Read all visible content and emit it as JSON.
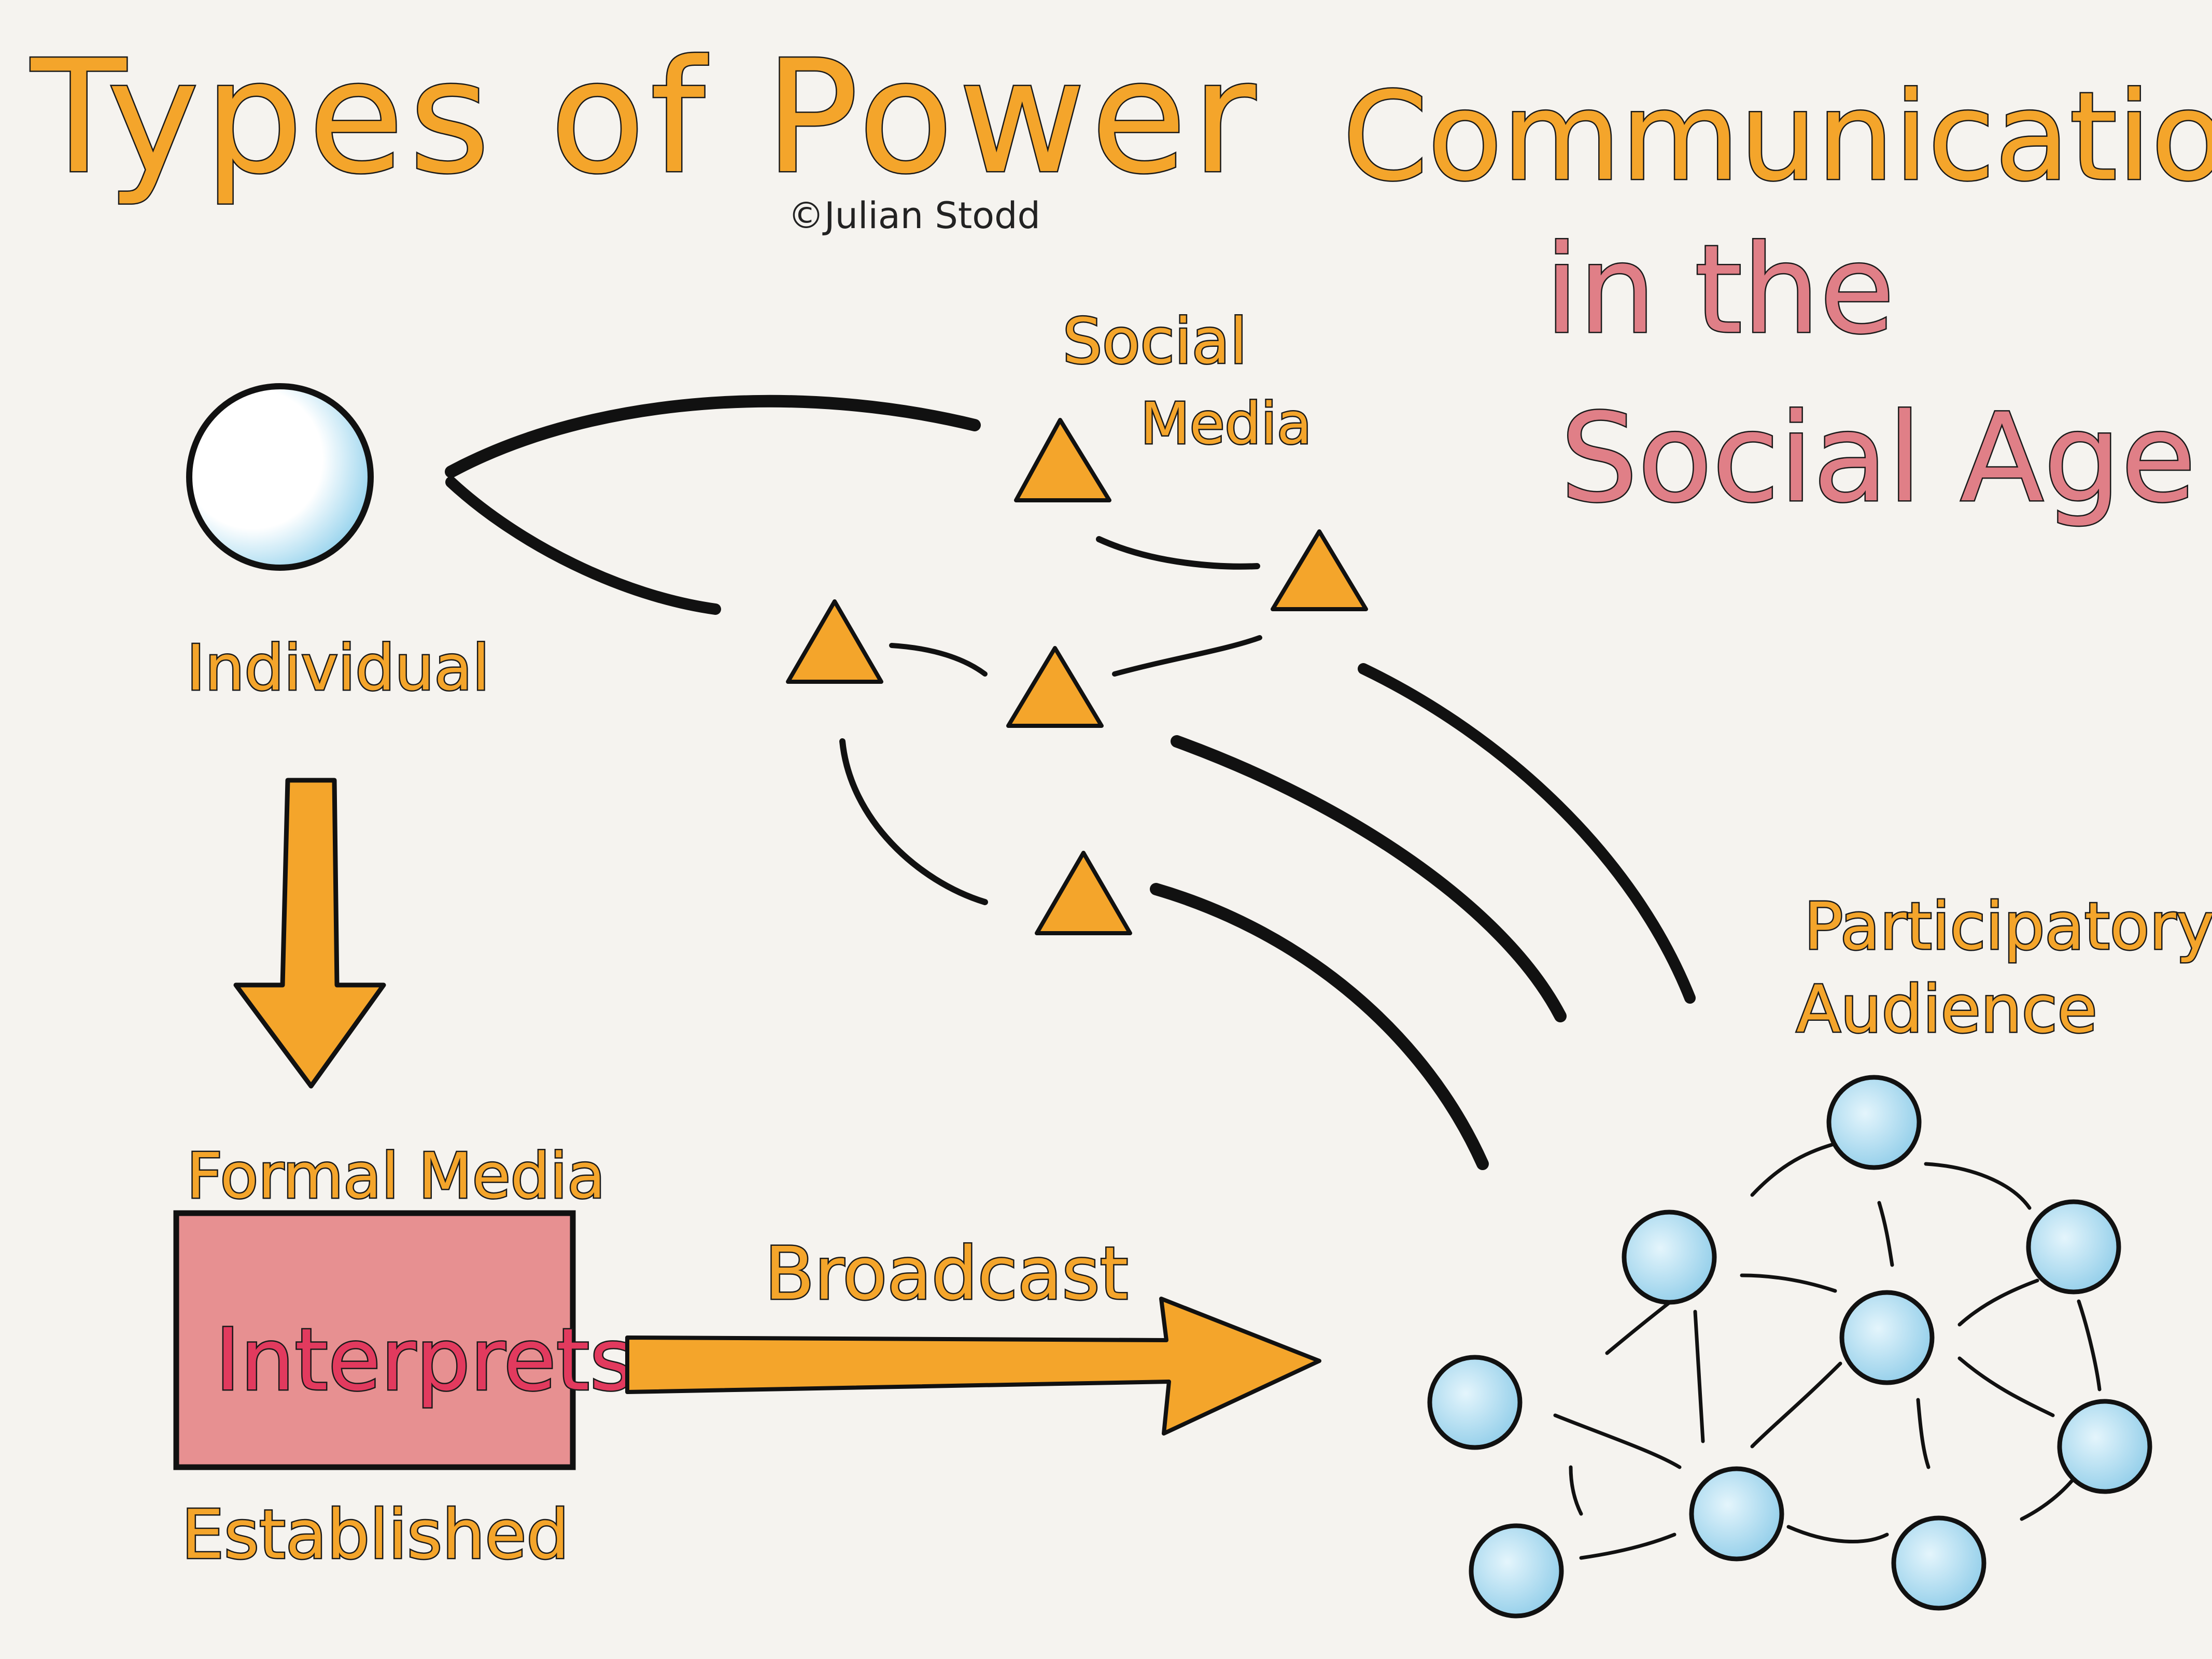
{
  "title": "Types of Power",
  "credit": "©Julian Stodd",
  "subtitle": {
    "line1": "Communication",
    "line2": "in the",
    "line3": "Social Age"
  },
  "labels": {
    "individual": "Individual",
    "social_media_line1": "Social",
    "social_media_line2": "Media",
    "formal_media": "Formal Media",
    "interprets": "Interprets",
    "established": "Established",
    "broadcast": "Broadcast",
    "participatory_line1": "Participatory",
    "participatory_line2": "Audience"
  },
  "colors": {
    "accent_orange": "#f4a52b",
    "title_pink": "#e07f87",
    "box_pink": "#e79091",
    "node_blue": "#aee0f3",
    "ink": "#111111",
    "background": "#f5f3ef"
  }
}
